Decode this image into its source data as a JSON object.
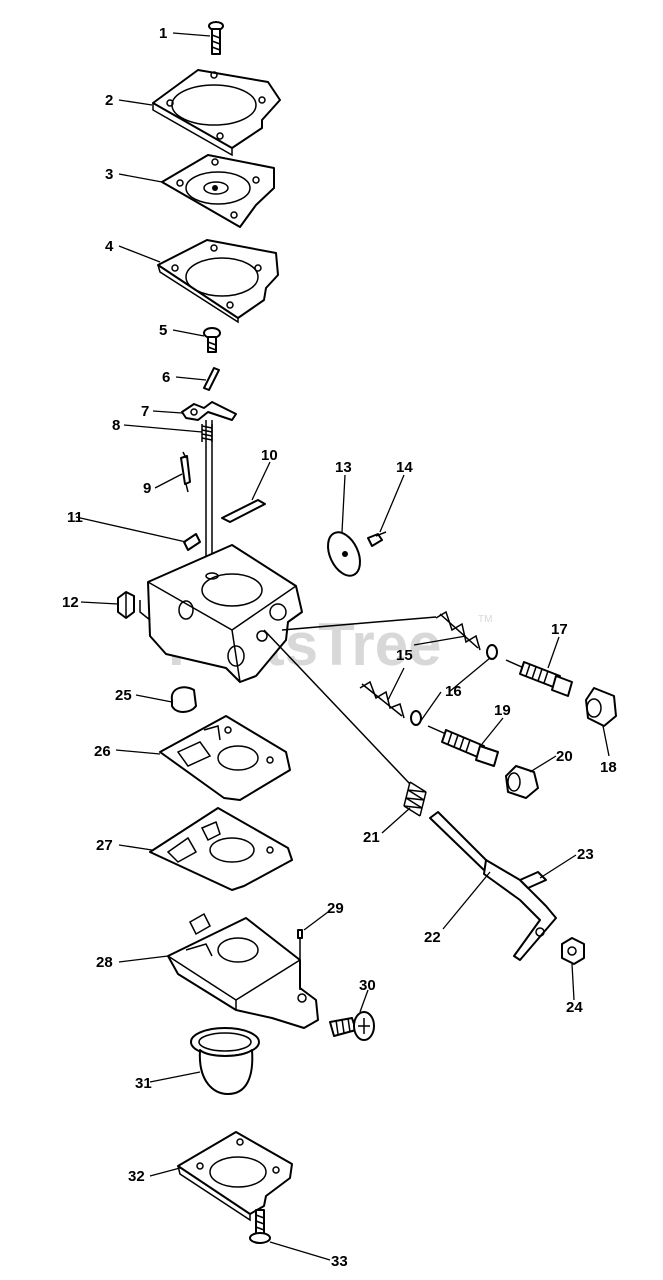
{
  "watermark": {
    "text": "PartsTree",
    "tm": "TM"
  },
  "callouts": [
    {
      "id": "1",
      "label": "1"
    },
    {
      "id": "2",
      "label": "2"
    },
    {
      "id": "3",
      "label": "3"
    },
    {
      "id": "4",
      "label": "4"
    },
    {
      "id": "5",
      "label": "5"
    },
    {
      "id": "6",
      "label": "6"
    },
    {
      "id": "7",
      "label": "7"
    },
    {
      "id": "8",
      "label": "8"
    },
    {
      "id": "9",
      "label": "9"
    },
    {
      "id": "10",
      "label": "10"
    },
    {
      "id": "11",
      "label": "11"
    },
    {
      "id": "12",
      "label": "12"
    },
    {
      "id": "13",
      "label": "13"
    },
    {
      "id": "14",
      "label": "14"
    },
    {
      "id": "15",
      "label": "15"
    },
    {
      "id": "16",
      "label": "16"
    },
    {
      "id": "17",
      "label": "17"
    },
    {
      "id": "18",
      "label": "18"
    },
    {
      "id": "19",
      "label": "19"
    },
    {
      "id": "20",
      "label": "20"
    },
    {
      "id": "21",
      "label": "21"
    },
    {
      "id": "22",
      "label": "22"
    },
    {
      "id": "23",
      "label": "23"
    },
    {
      "id": "24",
      "label": "24"
    },
    {
      "id": "25",
      "label": "25"
    },
    {
      "id": "26",
      "label": "26"
    },
    {
      "id": "27",
      "label": "27"
    },
    {
      "id": "28",
      "label": "28"
    },
    {
      "id": "29",
      "label": "29"
    },
    {
      "id": "30",
      "label": "30"
    },
    {
      "id": "31",
      "label": "31"
    },
    {
      "id": "32",
      "label": "32"
    },
    {
      "id": "33",
      "label": "33"
    }
  ]
}
